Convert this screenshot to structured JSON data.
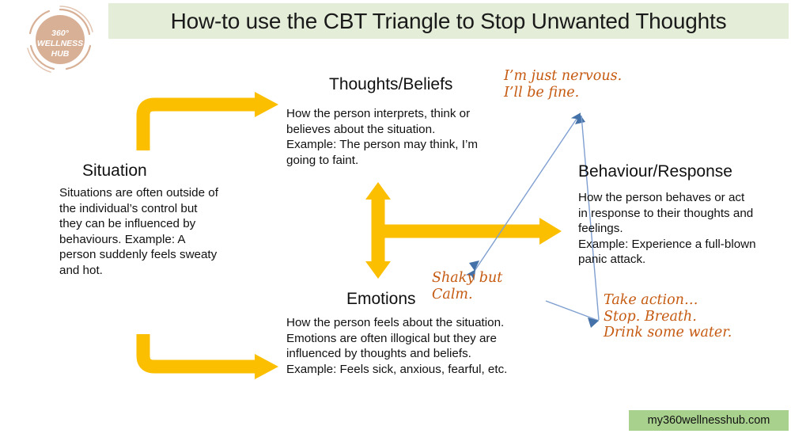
{
  "header": {
    "title": "How-to use the CBT Triangle to Stop Unwanted Thoughts",
    "band_color": "#e4edd8"
  },
  "logo": {
    "line1": "360°",
    "line2": "WELLNESS",
    "line3": "HUB",
    "circle_color": "#d8b096",
    "ring_color": "#d8b096",
    "text_color": "#ffffff"
  },
  "nodes": {
    "situation": {
      "title": "Situation",
      "body": "Situations are often outside of the individual’s control but they can be influenced by behaviours. Example: A person suddenly feels sweaty and hot."
    },
    "thoughts": {
      "title": "Thoughts/Beliefs",
      "body": "How the person interprets, think or believes about the situation.\nExample: The person may think, I’m going to faint."
    },
    "behaviour": {
      "title": "Behaviour/Response",
      "body": "How the person behaves or act in response to their thoughts and feelings.\nExample: Experience a full-blown panic attack."
    },
    "emotions": {
      "title": "Emotions",
      "body": "How the person feels about the situation. Emotions are often illogical but they are influenced by thoughts and beliefs. Example: Feels sick, anxious, fearful, etc."
    }
  },
  "notes": {
    "thoughts_note": "I’m just nervous.\nI’ll be fine.",
    "emotions_note": "Shaky but\nCalm.",
    "behaviour_note": "Take action…\nStop. Breath.\nDrink some water.",
    "color": "#c55a11"
  },
  "arrows": {
    "yellow_color": "#fbbf00",
    "blue_color": "#7f9fd0",
    "items": [
      {
        "name": "situation-to-thoughts-arrow",
        "style": "elbow-up-right"
      },
      {
        "name": "situation-to-emotions-arrow",
        "style": "elbow-down-right"
      },
      {
        "name": "thoughts-emotions-double-arrow",
        "style": "vertical-double"
      },
      {
        "name": "emotions-to-behaviour-arrow",
        "style": "horizontal-right"
      },
      {
        "name": "emotions-to-thoughtsnote-connector",
        "style": "blue-double-diagonal"
      },
      {
        "name": "thoughtsnote-to-behaviournote-connector",
        "style": "blue-diagonal"
      }
    ]
  },
  "footer": {
    "url": "my360wellnesshub.com",
    "band_color": "#a9d18e"
  }
}
